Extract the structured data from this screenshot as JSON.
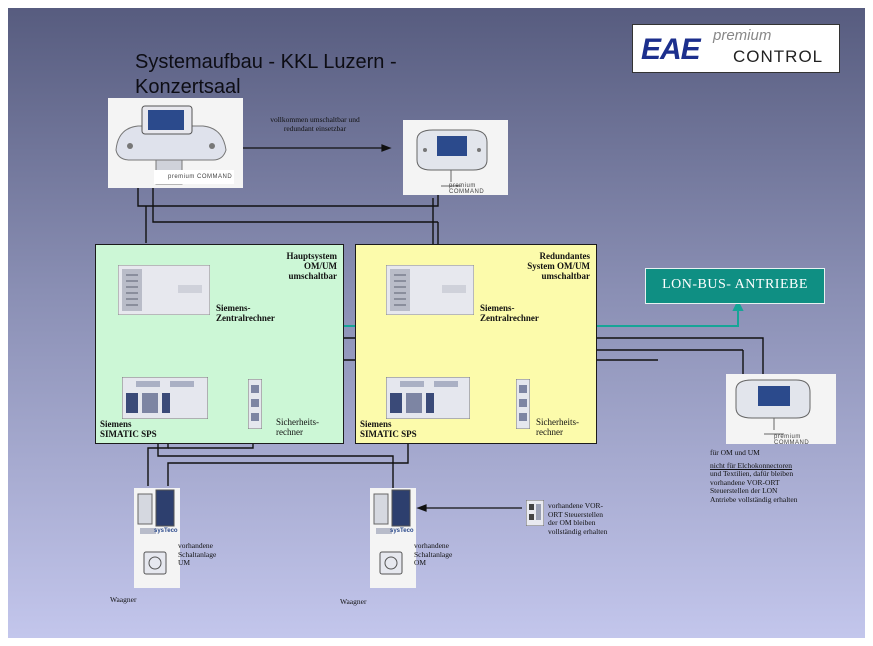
{
  "title": {
    "line1": "Systemaufbau  -  KKL Luzern -",
    "line2": "Konzertsaal"
  },
  "logo": {
    "mark": "EAE",
    "premium": "premium",
    "control": "CONTROL"
  },
  "consoles": {
    "link_label_line1": "vollkommen umschaltbar und",
    "link_label_line2": "redundant einsetzbar",
    "main_brand": "premium COMMAND",
    "second_brand": "premium COMMAND",
    "third_brand": "premium COMMAND"
  },
  "main_system": {
    "title_line1": "Hauptsystem",
    "title_line2": "OM/UM",
    "title_line3": "umschaltbar",
    "computer_line1": "Siemens-",
    "computer_line2": "Zentralrechner",
    "plc_line1": "Siemens",
    "plc_line2": "SIMATIC SPS",
    "safety_line1": "Sicherheits-",
    "safety_line2": "rechner"
  },
  "redundant_system": {
    "title_line1": "Redundantes",
    "title_line2": "System OM/UM",
    "title_line3": "umschaltbar",
    "computer_line1": "Siemens-",
    "computer_line2": "Zentralrechner",
    "plc_line1": "Siemens",
    "plc_line2": "SIMATIC SPS",
    "safety_line1": "Sicherheits-",
    "safety_line2": "rechner"
  },
  "lon_bus": {
    "label": "LON-BUS- ANTRIEBE"
  },
  "right_console_notes": {
    "line1": "für OM und UM",
    "line2": "nicht für Elchokonnectoren",
    "line3": "und Textilien, dafür bleiben",
    "line4": "vorhandene VOR-ORT",
    "line5": "Steuerstellen der LON",
    "line6": "Antriebe vollständig erhalten"
  },
  "switchgear_um": {
    "brand": "sysTeco",
    "line1": "vorhandene",
    "line2": "Schaltanlage",
    "line3": "UM",
    "footer": "Waagner"
  },
  "switchgear_om": {
    "brand": "sysTeco",
    "line1": "vorhandene",
    "line2": "Schaltanlage",
    "line3": "OM",
    "footer": "Waagner"
  },
  "local_controls": {
    "line1": "vorhandene VOR-",
    "line2": "ORT Steuerstellen",
    "line3": "der OM bleiben",
    "line4": "vollständig erhalten"
  },
  "colors": {
    "background_top": "#575c7f",
    "background_bottom": "#c3c6ec",
    "main_box": "#ccf7d6",
    "redundant_box": "#fcfbab",
    "lon_bus": "#0f8f83",
    "lon_line": "#16a597",
    "logo_blue": "#1c2f8d"
  }
}
